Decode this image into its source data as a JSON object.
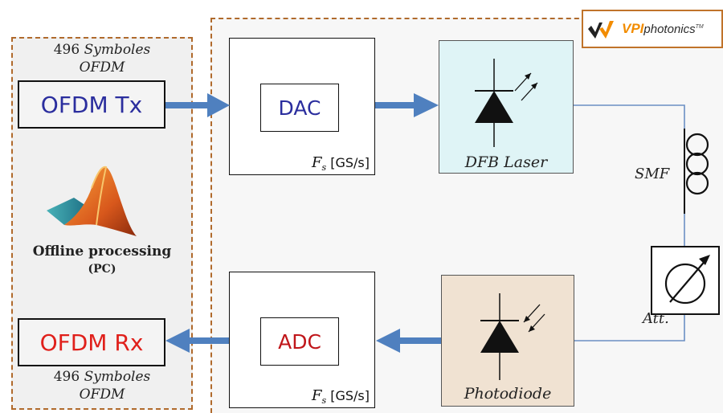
{
  "logo": {
    "brand_strong": "VPI",
    "brand_rest": "photonics",
    "trademark": "TM"
  },
  "left_panel": {
    "tx_symbols_line1": "496 Symboles",
    "tx_symbols_line2": "OFDM",
    "tx_label": "OFDM Tx",
    "offline_line1": "Offline processing",
    "offline_line2": "(PC)",
    "rx_label": "OFDM Rx",
    "rx_symbols_line1": "496 Symboles",
    "rx_symbols_line2": "OFDM",
    "matlab_icon": "matlab-logo-icon"
  },
  "blocks": {
    "dac_label": "DAC",
    "adc_label": "ADC",
    "fs_var": "F",
    "fs_sub": "s",
    "fs_unit": "[GS/s]",
    "laser_caption": "DFB Laser",
    "pd_caption": "Photodiode",
    "smf_label": "SMF",
    "att_label": "Att."
  },
  "colors": {
    "dashed_border": "#b06a2c",
    "arrow_blue": "#4f80bf",
    "tx_text": "#2b2e9e",
    "rx_text": "#e0201b",
    "laser_bg": "#dff4f6",
    "pd_bg": "#f0e2d2",
    "fiber_line": "#6b8fc4"
  },
  "icons": [
    "laser-diode-icon",
    "photodiode-icon",
    "fiber-coil-icon",
    "attenuator-icon",
    "matlab-logo-icon",
    "vpi-logo-icon"
  ]
}
